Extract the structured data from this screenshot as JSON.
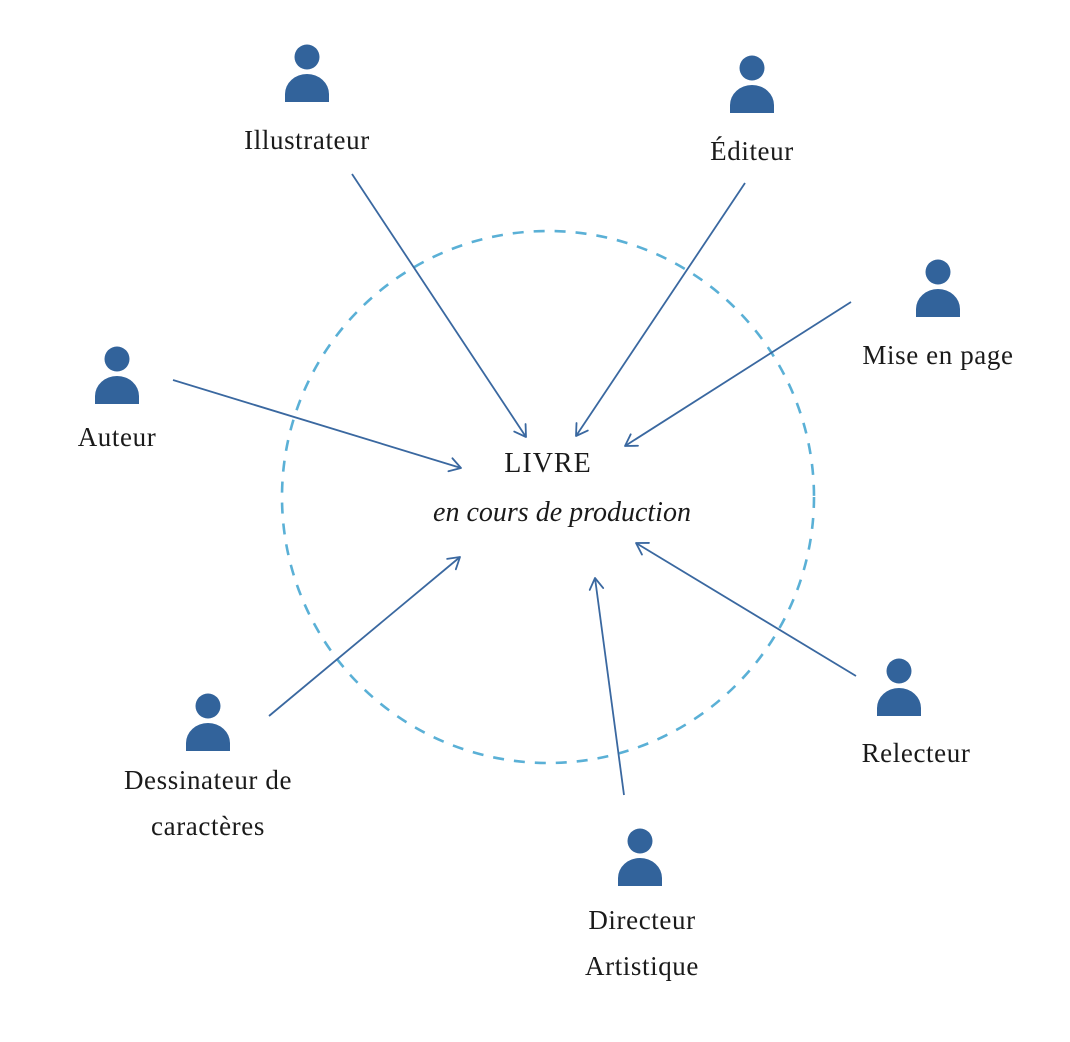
{
  "colors": {
    "icon": "#32639b",
    "arrow": "#3a68a0",
    "circle": "#5ab0d6",
    "text": "#1a1a1a"
  },
  "center": {
    "title": "LIVRE",
    "subtitle": "en cours de production"
  },
  "roles": [
    {
      "id": "illustrateur",
      "label_lines": [
        "Illustrateur"
      ],
      "icon": "person-icon"
    },
    {
      "id": "editeur",
      "label_lines": [
        "Éditeur"
      ],
      "icon": "person-icon"
    },
    {
      "id": "mise-en-page",
      "label_lines": [
        "Mise en page"
      ],
      "icon": "person-icon"
    },
    {
      "id": "auteur",
      "label_lines": [
        "Auteur"
      ],
      "icon": "person-icon"
    },
    {
      "id": "dessinateur",
      "label_lines": [
        "Dessinateur de",
        "caractères"
      ],
      "icon": "person-icon"
    },
    {
      "id": "directeur",
      "label_lines": [
        "Directeur",
        "Artistique"
      ],
      "icon": "person-icon"
    },
    {
      "id": "relecteur",
      "label_lines": [
        "Relecteur"
      ],
      "icon": "person-icon"
    }
  ],
  "edges": [
    {
      "from": "illustrateur",
      "to": "center"
    },
    {
      "from": "editeur",
      "to": "center"
    },
    {
      "from": "mise-en-page",
      "to": "center"
    },
    {
      "from": "auteur",
      "to": "center"
    },
    {
      "from": "dessinateur",
      "to": "center"
    },
    {
      "from": "directeur",
      "to": "center"
    },
    {
      "from": "relecteur",
      "to": "center"
    }
  ]
}
